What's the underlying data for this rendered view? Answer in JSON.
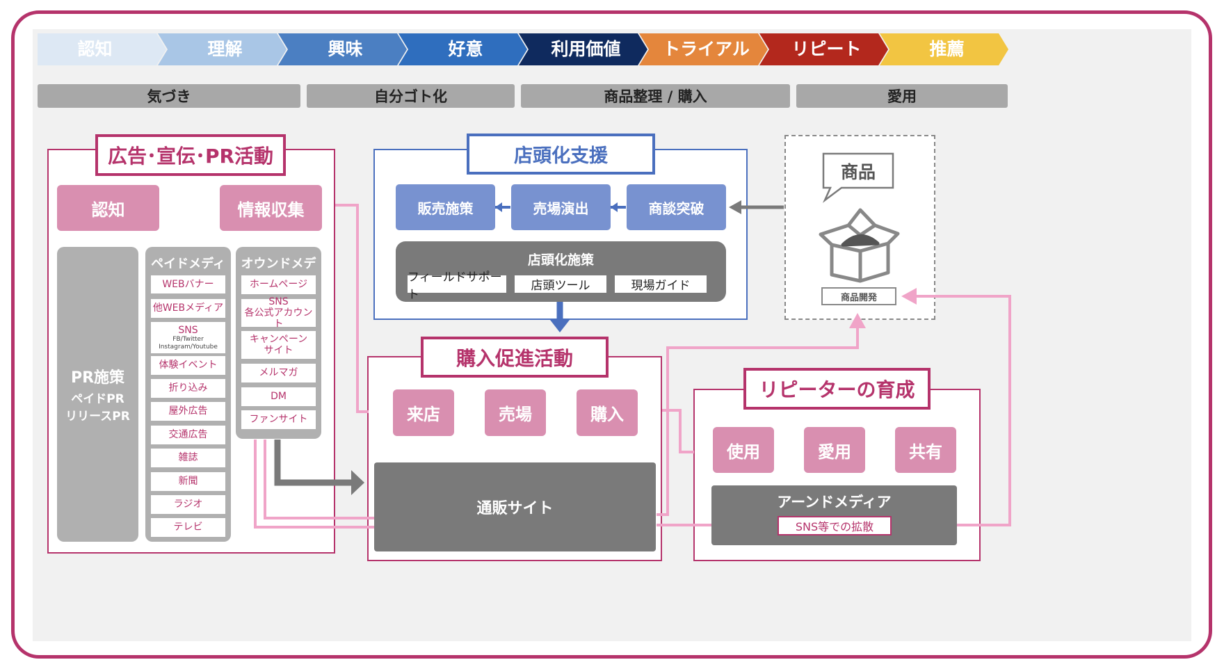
{
  "funnel_steps": [
    {
      "label": "認知",
      "color": "#dde8f4",
      "text_color": "#1f3f7a"
    },
    {
      "label": "理解",
      "color": "#a9c6e6",
      "text_color": "#ffffff"
    },
    {
      "label": "興味",
      "color": "#4b7fc2",
      "text_color": "#ffffff"
    },
    {
      "label": "好意",
      "color": "#2f6ebe",
      "text_color": "#ffffff"
    },
    {
      "label": "利用価値",
      "color": "#0f2a5e",
      "text_color": "#ffffff"
    },
    {
      "label": "トライアル",
      "color": "#e4863c",
      "text_color": "#ffffff"
    },
    {
      "label": "リピート",
      "color": "#b3281d",
      "text_color": "#ffffff"
    },
    {
      "label": "推薦",
      "color": "#f2c542",
      "text_color": "#ffffff"
    }
  ],
  "stages": [
    "気づき",
    "自分ゴト化",
    "商品整理 / 購入",
    "愛用"
  ],
  "ad_section": {
    "title": "広告･宣伝･PR活動",
    "btn_awareness": "認知",
    "btn_info": "情報収集",
    "pr_title": "PR施策",
    "pr_sub1": "ペイドPR",
    "pr_sub2": "リリースPR",
    "paid_head": "ペイドメディア",
    "paid_items": [
      "WEBバナー",
      "他WEBメディア",
      "SNS",
      "体験イベント",
      "折り込み",
      "屋外広告",
      "交通広告",
      "雑誌",
      "新聞",
      "ラジオ",
      "テレビ"
    ],
    "sns_sub1": "FB/Twitter",
    "sns_sub2": "Instagram/Youtube",
    "owned_head": "オウンドメディア",
    "owned_items": [
      "ホームページ",
      "SNS",
      "キャンペーン",
      "メルマガ",
      "DM",
      "ファンサイト"
    ],
    "owned_sns_sub": "各公式アカウント",
    "owned_campaign_sub": "サイト"
  },
  "store_section": {
    "title": "店頭化支援",
    "btn_sales": "販売施策",
    "btn_floor": "売場演出",
    "btn_nego": "商談突破",
    "measures_title": "店頭化施策",
    "chips": [
      "フィールドサポート",
      "店頭ツール",
      "現場ガイド"
    ]
  },
  "product_section": {
    "bubble": "商品",
    "dev_label": "商品開発",
    "icon": "box-icon"
  },
  "purchase_section": {
    "title": "購入促進活動",
    "btns": [
      "来店",
      "売場",
      "購入"
    ],
    "ec": "通販サイト"
  },
  "repeater_section": {
    "title": "リピーターの育成",
    "btns": [
      "使用",
      "愛用",
      "共有"
    ],
    "earned": "アーンドメディア",
    "sns_spread": "SNS等での拡散"
  },
  "colors": {
    "accent": "#b5336b",
    "pink_button": "#d98fb0",
    "pink_line": "#f0a4c8",
    "blue_button": "#7892d0",
    "blue_frame": "#4a6fbe",
    "dark_gray": "#7a7a7a"
  }
}
